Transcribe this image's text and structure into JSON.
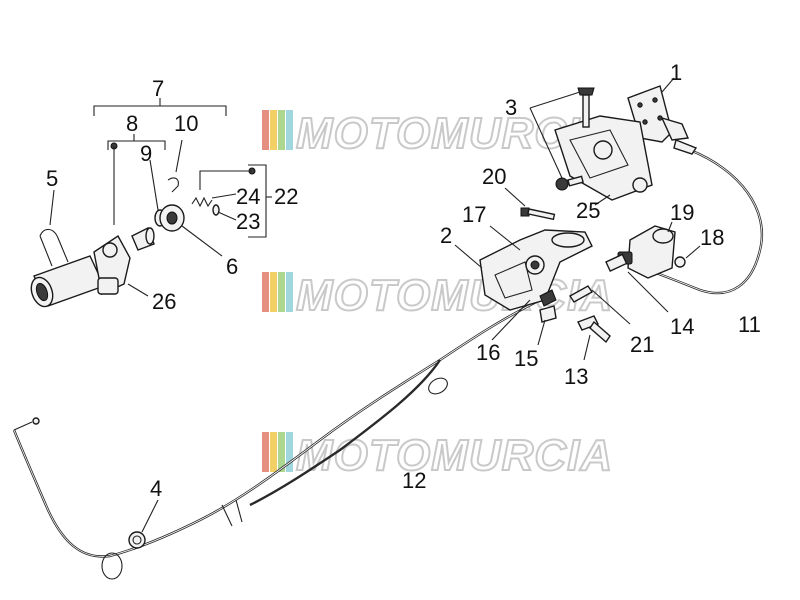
{
  "watermark": {
    "text": "MOTOMURCIA",
    "stripe_colors": [
      "#e07b6a",
      "#f0c84a",
      "#9fd07a",
      "#8fd0d8"
    ]
  },
  "callouts": {
    "c1": "1",
    "c2": "2",
    "c3": "3",
    "c4": "4",
    "c5": "5",
    "c6": "6",
    "c7": "7",
    "c8": "8",
    "c9": "9",
    "c10": "10",
    "c11": "11",
    "c12": "12",
    "c13": "13",
    "c14": "14",
    "c15": "15",
    "c16": "16",
    "c17": "17",
    "c18": "18",
    "c19": "19",
    "c20": "20",
    "c21": "21",
    "c22": "22",
    "c23": "23",
    "c24": "24",
    "c25": "25",
    "c26": "26"
  }
}
